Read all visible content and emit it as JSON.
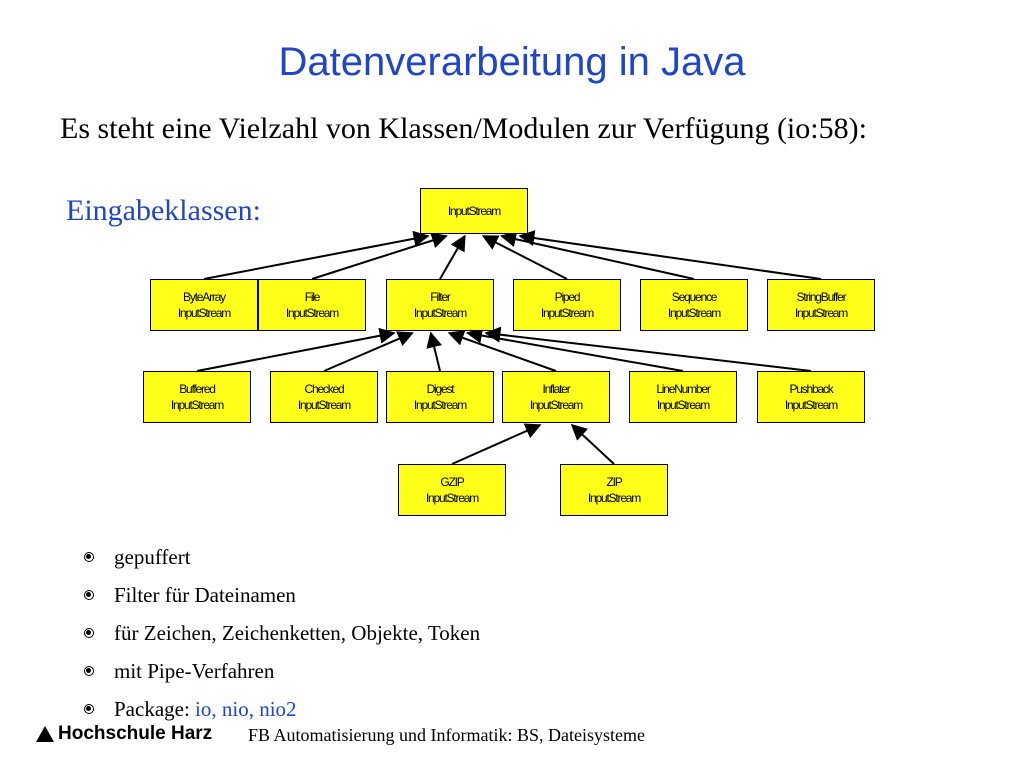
{
  "title": "Datenverarbeitung in Java",
  "subtitle": "Es steht eine Vielzahl von Klassen/Modulen zur Verfügung (io:58):",
  "section_label": "Eingabeklassen:",
  "diagram": {
    "root": {
      "line1": "InputStream",
      "line2": ""
    },
    "level1": [
      {
        "line1": "ByteArray",
        "line2": "InputStream"
      },
      {
        "line1": "File",
        "line2": "InputStream"
      },
      {
        "line1": "Filter",
        "line2": "InputStream"
      },
      {
        "line1": "Piped",
        "line2": "InputStream"
      },
      {
        "line1": "Sequence",
        "line2": "InputStream"
      },
      {
        "line1": "StringBuffer",
        "line2": "InputStream"
      }
    ],
    "level2": [
      {
        "line1": "Buffered",
        "line2": "InputStream"
      },
      {
        "line1": "Checked",
        "line2": "InputStream"
      },
      {
        "line1": "Digest",
        "line2": "InputStream"
      },
      {
        "line1": "Inflater",
        "line2": "InputStream"
      },
      {
        "line1": "LineNumber",
        "line2": "InputStream"
      },
      {
        "line1": "Pushback",
        "line2": "InputStream"
      }
    ],
    "level3": [
      {
        "line1": "GZIP",
        "line2": "InputStream"
      },
      {
        "line1": "ZIP",
        "line2": "InputStream"
      }
    ],
    "edges": [
      {
        "from": "level1.0",
        "to": "root"
      },
      {
        "from": "level1.1",
        "to": "root"
      },
      {
        "from": "level1.2",
        "to": "root"
      },
      {
        "from": "level1.3",
        "to": "root"
      },
      {
        "from": "level1.4",
        "to": "root"
      },
      {
        "from": "level1.5",
        "to": "root"
      },
      {
        "from": "level2.0",
        "to": "level1.2"
      },
      {
        "from": "level2.1",
        "to": "level1.2"
      },
      {
        "from": "level2.2",
        "to": "level1.2"
      },
      {
        "from": "level2.3",
        "to": "level1.2"
      },
      {
        "from": "level2.4",
        "to": "level1.2"
      },
      {
        "from": "level2.5",
        "to": "level1.2"
      },
      {
        "from": "level3.0",
        "to": "level2.3"
      },
      {
        "from": "level3.1",
        "to": "level2.3"
      }
    ]
  },
  "bullets": [
    {
      "text": "gepuffert",
      "highlight": ""
    },
    {
      "text": "Filter für Dateinamen",
      "highlight": ""
    },
    {
      "text": "für Zeichen, Zeichenketten, Objekte, Token",
      "highlight": ""
    },
    {
      "text": "mit Pipe-Verfahren",
      "highlight": ""
    },
    {
      "text": "Package: ",
      "highlight": "io, nio, nio2"
    }
  ],
  "footer": {
    "logo_text": "Hochschule Harz",
    "logo_icon": "triangle-icon",
    "text": "FB Automatisierung und Informatik: BS, Dateisysteme"
  },
  "colors": {
    "title": "#1f46c8",
    "box_fill": "#ffff1a",
    "highlight": "#1f46c8"
  }
}
